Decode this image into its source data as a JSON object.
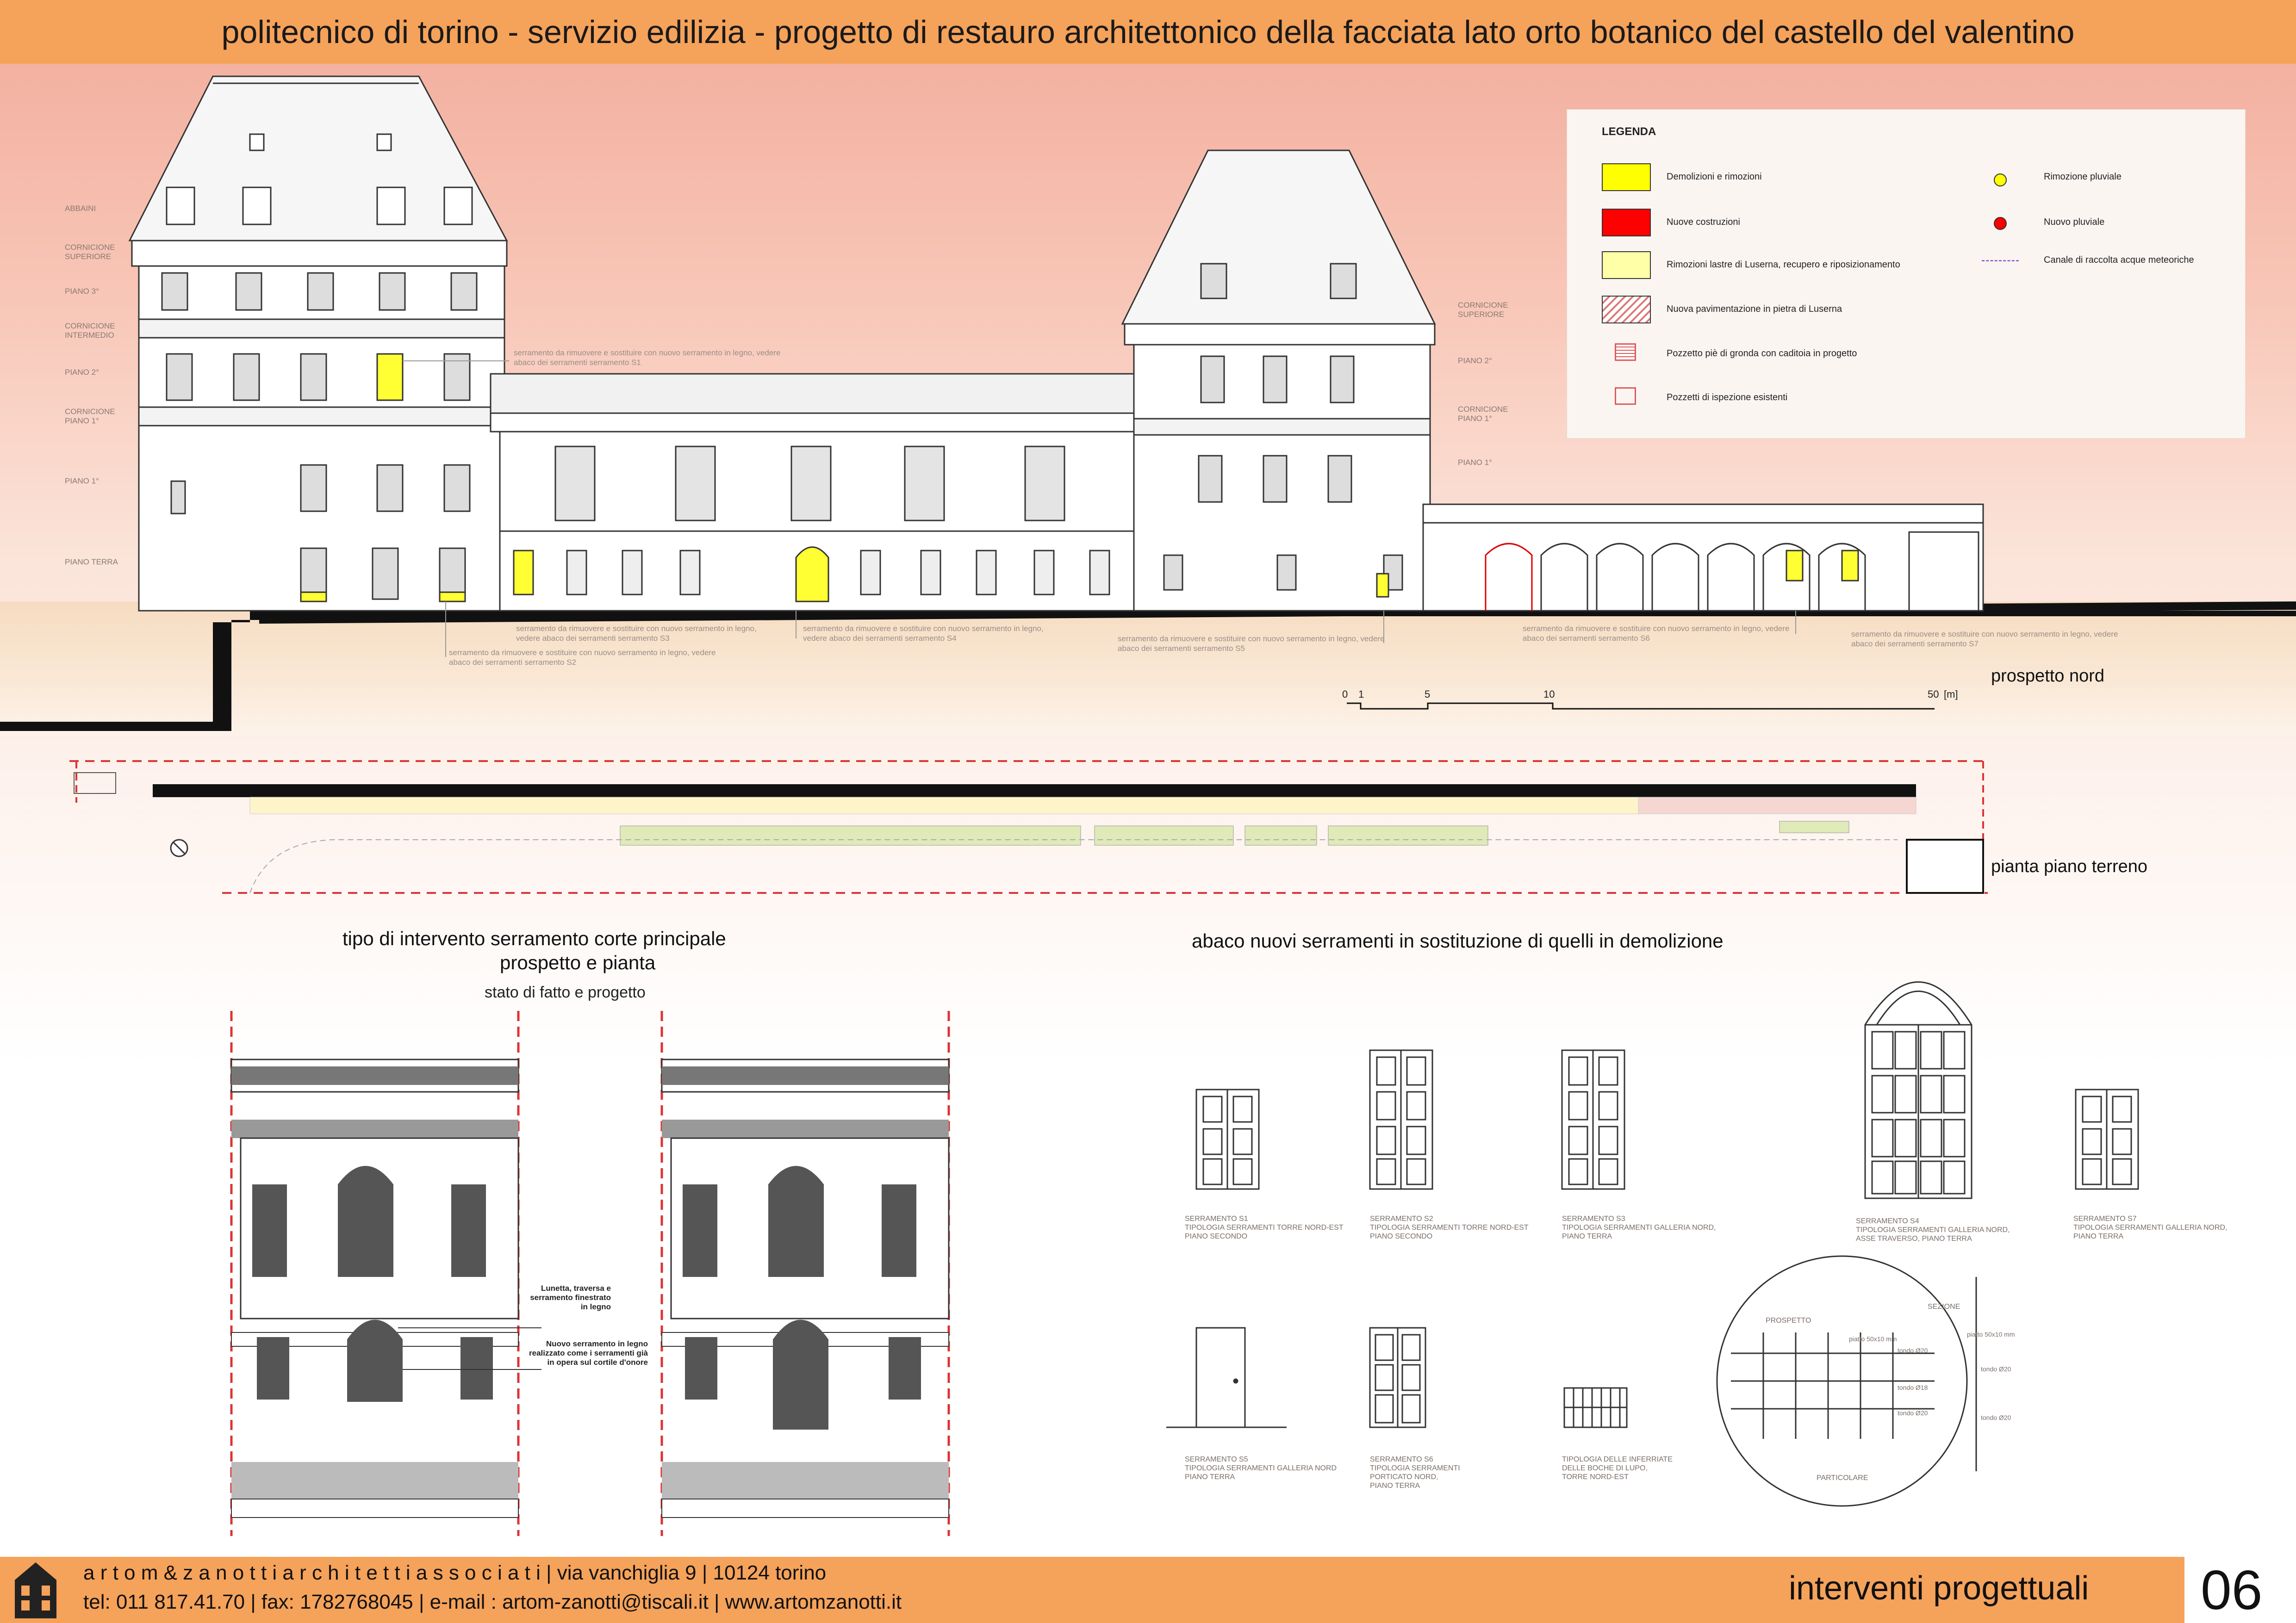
{
  "header": {
    "title": "politecnico di torino - servizio edilizia - progetto di restauro architettonico della facciata lato orto botanico del castello del valentino"
  },
  "elevation": {
    "level_labels_left": [
      "ABBAINI",
      "CORNICIONE SUPERIORE",
      "PIANO 3°",
      "CORNICIONE INTERMEDIO",
      "PIANO 2°",
      "CORNICIONE PIANO 1°",
      "PIANO 1°",
      "PIANO TERRA"
    ],
    "level_labels_right": [
      "CORNICIONE SUPERIORE",
      "PIANO 2°",
      "CORNICIONE PIANO 1°",
      "PIANO 1°"
    ],
    "notes": {
      "s1": "serramento da rimuovere e sostituire con nuovo serramento in legno, vedere abaco dei serramenti serramento S1",
      "s2": "serramento da rimuovere e sostituire con nuovo serramento in legno, vedere abaco dei serramenti serramento S2",
      "s3": "serramento da rimuovere e sostituire con nuovo serramento in legno, vedere abaco dei serramenti serramento S3",
      "s4": "serramento da rimuovere e sostituire con nuovo serramento in legno, vedere abaco dei serramenti serramento S4",
      "s5": "serramento da rimuovere e sostituire con nuovo serramento in legno, vedere abaco dei serramenti serramento S5",
      "s6": "serramento da rimuovere e sostituire con nuovo serramento in legno, vedere abaco dei serramenti serramento S6",
      "s7": "serramento da rimuovere e sostituire con nuovo serramento in legno, vedere abaco dei serramenti serramento S7"
    },
    "title": "prospetto nord",
    "scale": {
      "ticks": [
        "0",
        "1",
        "5",
        "10",
        "50"
      ],
      "unit": "[m]"
    }
  },
  "plan": {
    "title": "pianta piano terreno"
  },
  "legend": {
    "title": "LEGENDA",
    "items": [
      {
        "label": "Demolizioni e rimozioni",
        "color": "#ffff00"
      },
      {
        "label": "Nuove costruzioni",
        "color": "#ff0000"
      },
      {
        "label": "Rimozioni lastre di Luserna, recupero e riposizionamento",
        "color": "#ffffa8"
      },
      {
        "label": "Nuova pavimentazione in pietra di Luserna",
        "color": "#e8a0a0"
      },
      {
        "label": "Pozzetto piè di gronda con caditoia in progetto",
        "color": "#e05a5a"
      },
      {
        "label": "Pozzetti di ispezione esistenti",
        "color": "#e05a5a"
      }
    ],
    "items_right": [
      {
        "label": "Rimozione pluviale",
        "color": "#ffff00"
      },
      {
        "label": "Nuovo pluviale",
        "color": "#ff0000"
      },
      {
        "label": "Canale di raccolta acque meteoriche",
        "color": "#9a6ad0"
      }
    ]
  },
  "intervento": {
    "title1": "tipo di intervento serramento corte principale",
    "title2": "prospetto e pianta",
    "subtitle": "stato di fatto e progetto",
    "note1": [
      "Lunetta, traversa e",
      "serramento finestrato",
      "in legno"
    ],
    "note2": [
      "Nuovo serramento in legno",
      "realizzato come i serramenti già",
      "in opera sul cortile d'onore"
    ]
  },
  "abaco": {
    "title": "abaco nuovi serramenti in sostituzione di quelli in demolizione",
    "captions": {
      "s1": [
        "SERRAMENTO S1",
        "TIPOLOGIA SERRAMENTI TORRE NORD-EST",
        "PIANO SECONDO"
      ],
      "s2": [
        "SERRAMENTO S2",
        "TIPOLOGIA SERRAMENTI TORRE NORD-EST",
        "PIANO SECONDO"
      ],
      "s3": [
        "SERRAMENTO S3",
        "TIPOLOGIA SERRAMENTI GALLERIA NORD,",
        "PIANO TERRA"
      ],
      "s4": [
        "SERRAMENTO S4",
        "TIPOLOGIA SERRAMENTI GALLERIA NORD,",
        "ASSE TRAVERSO, PIANO TERRA"
      ],
      "s7": [
        "SERRAMENTO S7",
        "TIPOLOGIA SERRAMENTI GALLERIA NORD,",
        "PIANO TERRA"
      ],
      "s5": [
        "SERRAMENTO S5",
        "TIPOLOGIA SERRAMENTI GALLERIA NORD",
        "PIANO TERRA"
      ],
      "s6": [
        "SERRAMENTO S6",
        "TIPOLOGIA SERRAMENTI",
        "PORTICATO NORD,",
        "PIANO TERRA"
      ],
      "inferriate": [
        "TIPOLOGIA DELLE INFERRIATE",
        "DELLE BOCHE DI LUPO,",
        "TORRE NORD-EST"
      ]
    },
    "detail": {
      "prospetto": "PROSPETTO",
      "sezione": "SEZIONE",
      "particolare": "PARTICOLARE",
      "piatto_l": "piatto 50x10 mm",
      "piatto_r": "piatto 50x10 mm",
      "tondo1": "tondo Ø20",
      "tondo2": "tondo Ø18",
      "tondo3": "tondo Ø20",
      "tondo_r1": "tondo Ø20",
      "tondo_r2": "tondo Ø20"
    }
  },
  "footer": {
    "line1": "a r t o m & z a n o t t i  a r c h i t e t t i  a s s o c i a t i  |  via vanchiglia 9  |  10124 torino",
    "line2": "tel:  011 817.41.70  |  fax: 1782768045  |  e-mail : artom-zanotti@tiscali.it  |  www.artomzanotti.it",
    "section": "interventi progettuali",
    "page": "06"
  }
}
